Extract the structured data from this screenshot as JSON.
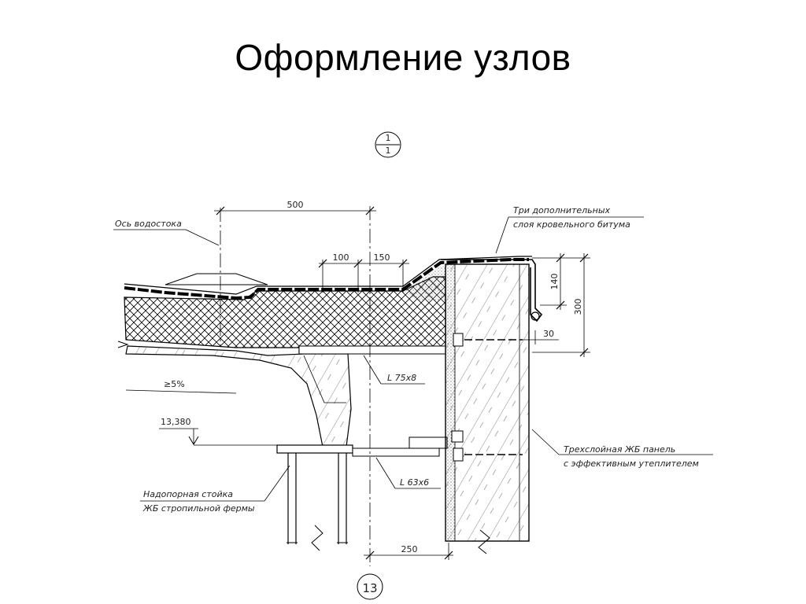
{
  "slide": {
    "title": "Оформление узлов"
  },
  "drawing": {
    "section_mark": {
      "top": "1",
      "bottom": "1"
    },
    "axis_mark": "13",
    "dimensions": {
      "d500": "500",
      "d100": "100",
      "d150": "150",
      "d140": "140",
      "d300": "300",
      "d30": "30",
      "d250": "250"
    },
    "level_mark": "13,380",
    "slope": "≥5%",
    "labels": {
      "drain_axis": "Ось водостока",
      "bitumen_line1": "Три дополнительных",
      "bitumen_line2": "слоя кровельного битума",
      "angle_75": "L 75x8",
      "angle_63": "L 63x6",
      "panel_line1": "Трехслойная ЖБ панель",
      "panel_line2": "с эффективным утеплителем",
      "post_line1": "Надопорная стойка",
      "post_line2": "ЖБ стропильной фермы"
    }
  }
}
